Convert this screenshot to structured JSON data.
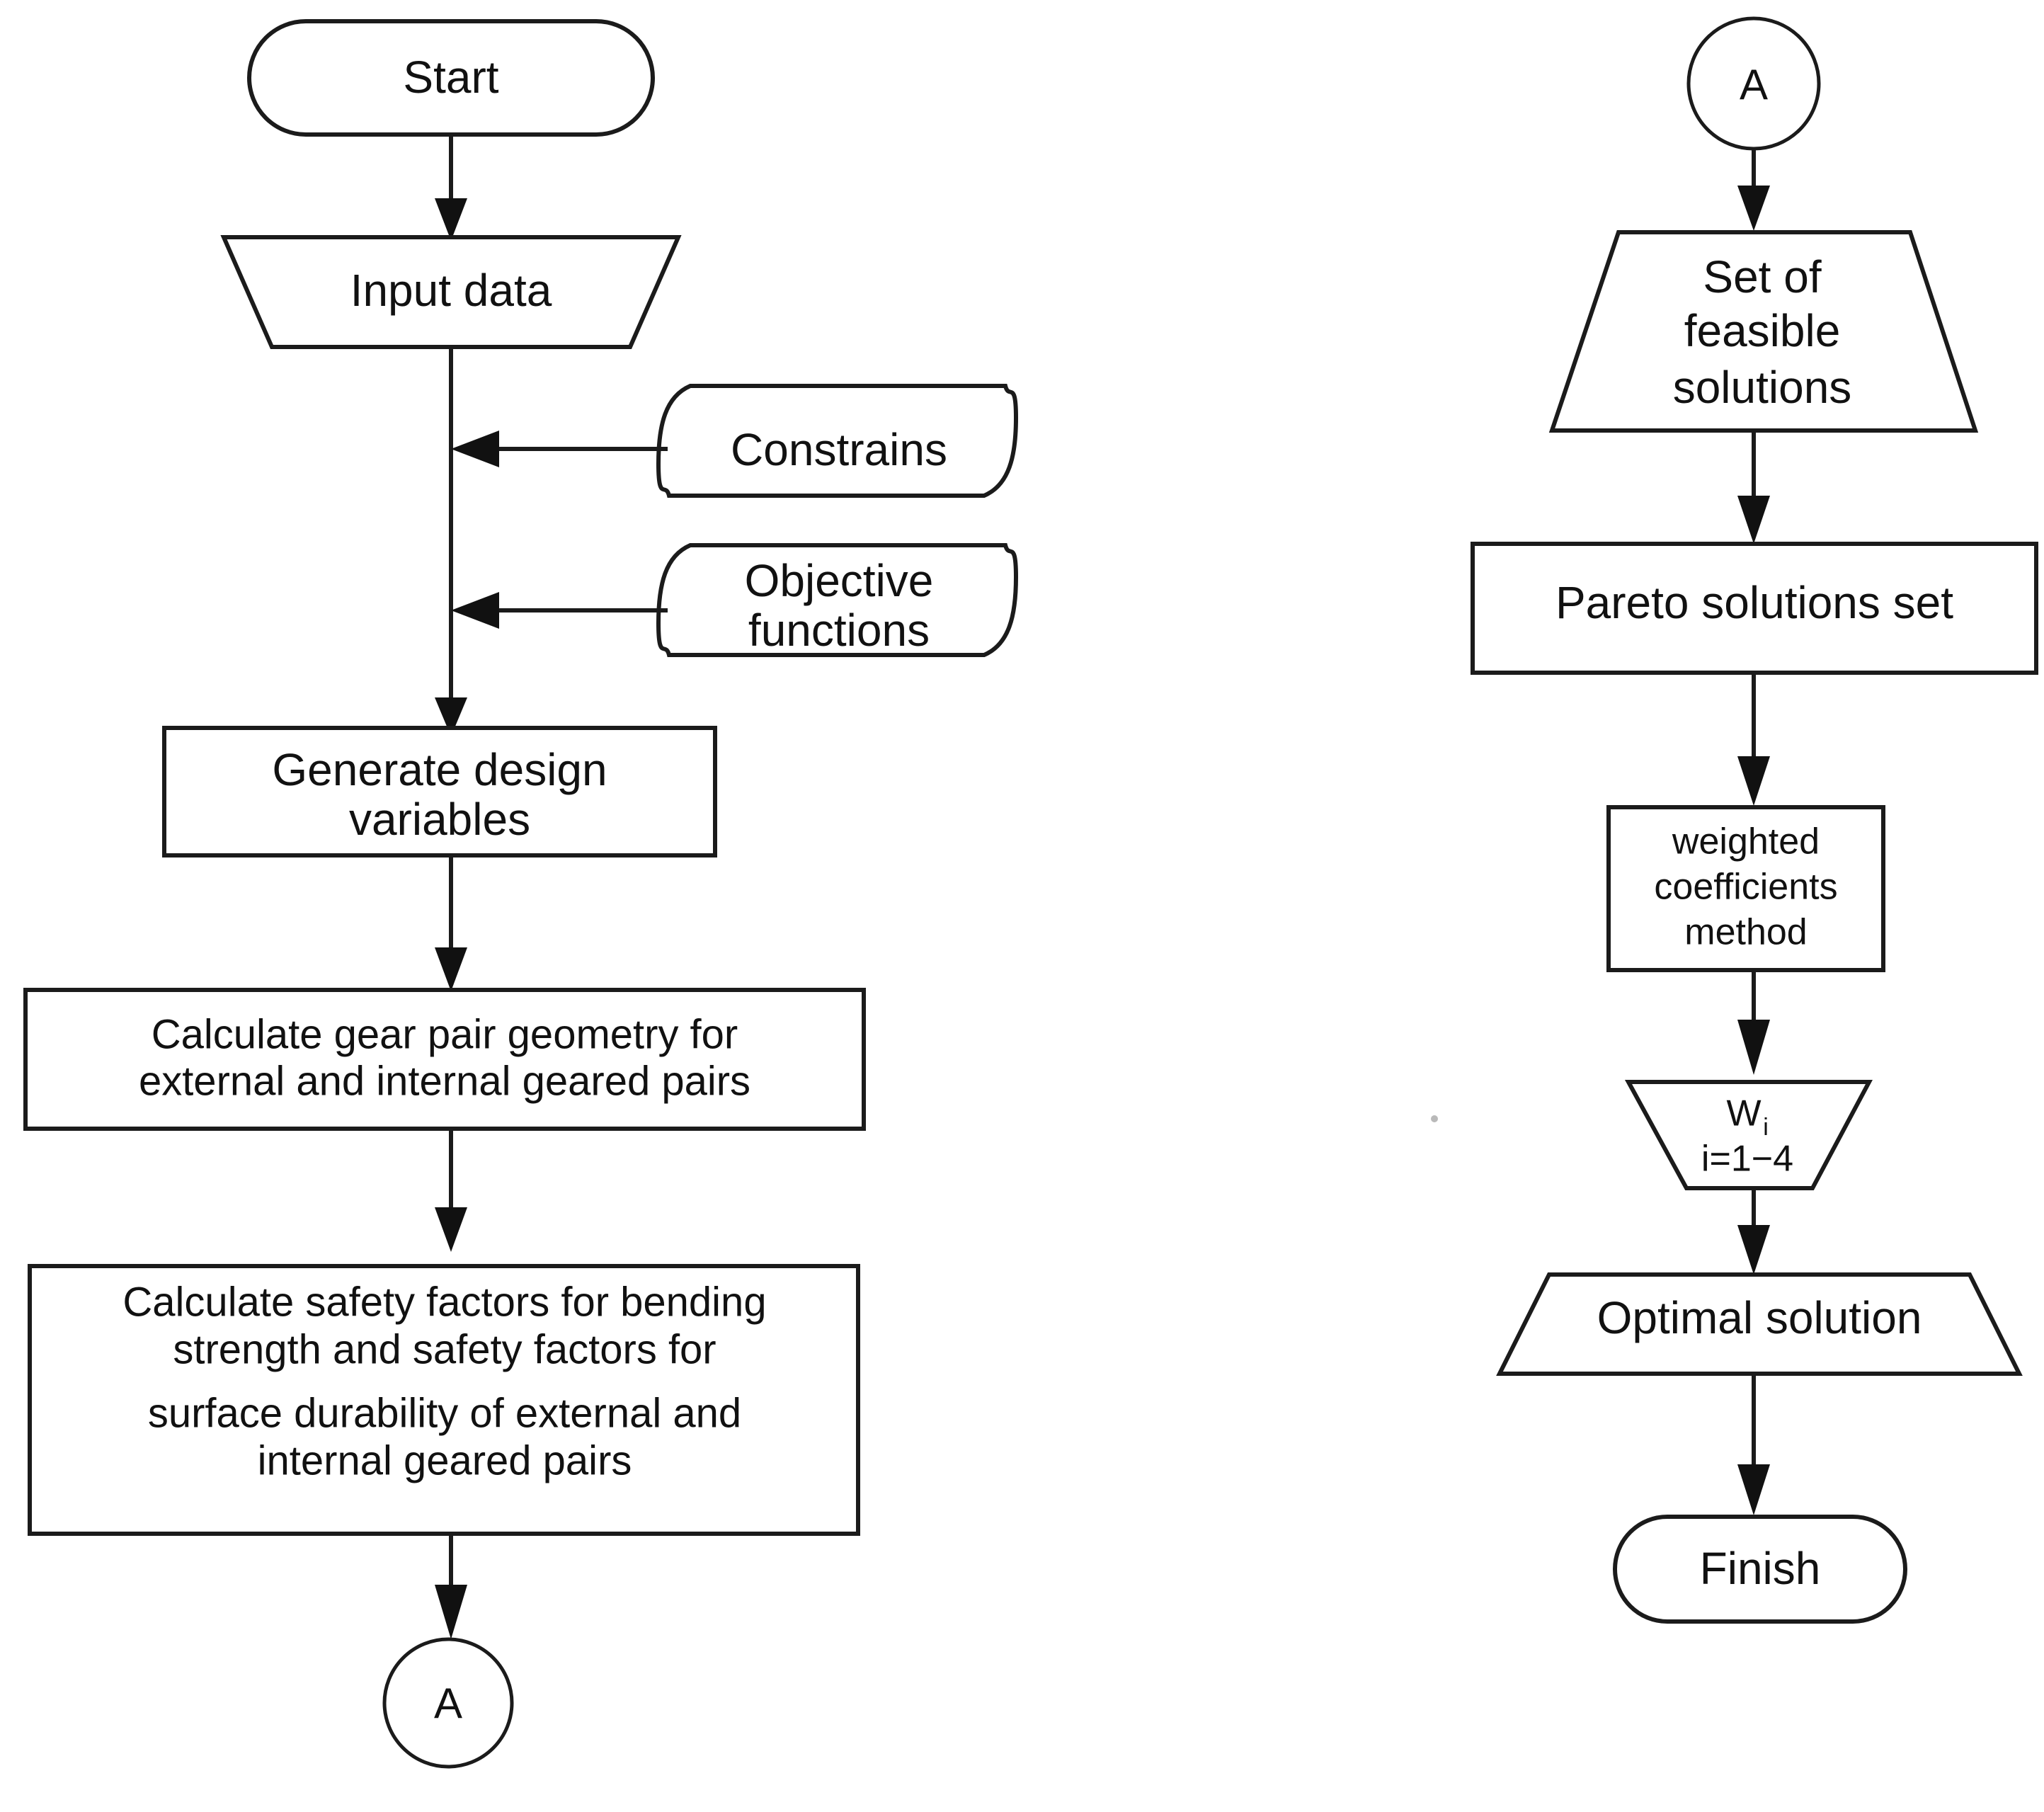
{
  "diagram": {
    "title": "Gear train multi-objective optimization flowchart",
    "type": "flowchart",
    "background_color": "#ffffff",
    "line_color": "#1b1b1b",
    "text_color": "#111111"
  },
  "left_column": {
    "nodes": [
      {
        "id": "start",
        "shape": "terminator",
        "label": "Start"
      },
      {
        "id": "input-data",
        "shape": "trapezoid-down",
        "label": "Input data"
      },
      {
        "id": "constrains",
        "shape": "document",
        "label": "Constrains"
      },
      {
        "id": "objective-functions",
        "shape": "document",
        "label_line_1": "Objective",
        "label_line_2": "functions"
      },
      {
        "id": "generate-design-variables",
        "shape": "process",
        "label_line_1": "Generate design",
        "label_line_2": "variables"
      },
      {
        "id": "calculate-gear-pair-geometry",
        "shape": "process",
        "label_line_1": "Calculate gear pair geometry for",
        "label_line_2": "external and internal geared pairs"
      },
      {
        "id": "calculate-safety-factors",
        "shape": "process",
        "label_line_1": "Calculate safety factors for bending",
        "label_line_2": "strength and safety factors for",
        "label_line_3": "surface durability of external and",
        "label_line_4": "internal geared pairs"
      },
      {
        "id": "connector-a-out",
        "shape": "connector",
        "label": "A"
      }
    ]
  },
  "right_column": {
    "nodes": [
      {
        "id": "connector-a-in",
        "shape": "connector",
        "label": "A"
      },
      {
        "id": "set-of-feasible-solutions",
        "shape": "trapezoid-up",
        "label_line_1": "Set of",
        "label_line_2": "feasible",
        "label_line_3": "solutions"
      },
      {
        "id": "pareto-solutions-set",
        "shape": "process",
        "label": "Pareto solutions set"
      },
      {
        "id": "weighted-coefficients-method",
        "shape": "process",
        "label_line_1": "weighted",
        "label_line_2": "coefficients",
        "label_line_3": "method"
      },
      {
        "id": "weights-node",
        "shape": "trapezoid-up",
        "label_line_1": "W",
        "label_subscript": "i",
        "label_line_2": "i=1−4"
      },
      {
        "id": "optimal-solution",
        "shape": "trapezoid-up",
        "label": "Optimal solution"
      },
      {
        "id": "finish",
        "shape": "terminator",
        "label": "Finish"
      }
    ]
  },
  "edges": [
    {
      "from": "start",
      "to": "input-data",
      "direction": "down"
    },
    {
      "from": "constrains",
      "to": "main-flow-left",
      "direction": "left"
    },
    {
      "from": "objective-functions",
      "to": "main-flow-left",
      "direction": "left"
    },
    {
      "from": "input-data",
      "to": "generate-design-variables",
      "direction": "down"
    },
    {
      "from": "generate-design-variables",
      "to": "calculate-gear-pair-geometry",
      "direction": "down"
    },
    {
      "from": "calculate-gear-pair-geometry",
      "to": "calculate-safety-factors",
      "direction": "down"
    },
    {
      "from": "calculate-safety-factors",
      "to": "connector-a-out",
      "direction": "down"
    },
    {
      "from": "connector-a-in",
      "to": "set-of-feasible-solutions",
      "direction": "down"
    },
    {
      "from": "set-of-feasible-solutions",
      "to": "pareto-solutions-set",
      "direction": "down"
    },
    {
      "from": "pareto-solutions-set",
      "to": "weighted-coefficients-method",
      "direction": "down"
    },
    {
      "from": "weighted-coefficients-method",
      "to": "weights-node",
      "direction": "down"
    },
    {
      "from": "weights-node",
      "to": "optimal-solution",
      "direction": "down"
    },
    {
      "from": "optimal-solution",
      "to": "finish",
      "direction": "down"
    }
  ]
}
